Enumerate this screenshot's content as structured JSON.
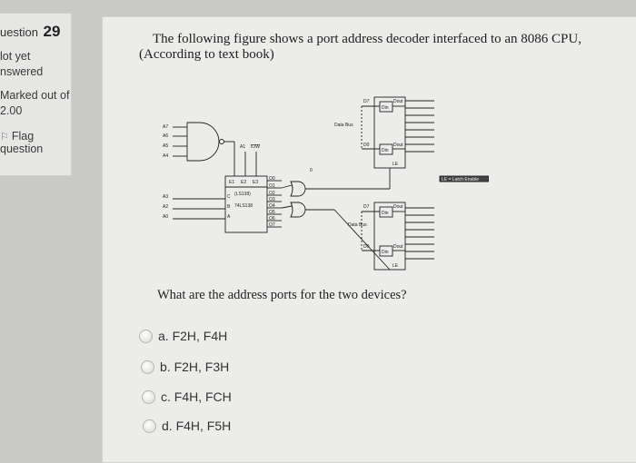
{
  "sidebar": {
    "question_label": "uestion",
    "question_number": "29",
    "status_line1": "lot yet",
    "status_line2": "nswered",
    "marked_label": "Marked out of",
    "marked_value": "2.00",
    "flag_line1": "Flag",
    "flag_line2": "question"
  },
  "question": {
    "line1": "The following figure shows a port address decoder interfaced to an 8086 CPU,",
    "line2": "(According to text book)",
    "sub_question": "What are the address ports for the two devices?"
  },
  "figure": {
    "addr_inputs_top": [
      "A7",
      "A6",
      "A5",
      "A4"
    ],
    "a1_label": "A1",
    "iow_label": "IOW",
    "decoder_enables": [
      "E1",
      "E2",
      "E3"
    ],
    "decoder_ic": "(LS138)",
    "decoder_part": "74LS138",
    "addr_inputs_select": [
      "A3",
      "A2",
      "A0"
    ],
    "select_pins": [
      "C",
      "B",
      "A"
    ],
    "outputs": [
      "O0",
      "O1",
      "O2",
      "O3",
      "O4",
      "O5",
      "O6",
      "O7"
    ],
    "latch1_pins": [
      "D7",
      "Din",
      "Dout",
      "D0",
      "Din",
      "Dout"
    ],
    "latch2_pins": [
      "D7",
      "Din",
      "Dout",
      "D0",
      "Din",
      "Dout"
    ],
    "data_bus_label": "Data Bus",
    "latch_enable_label": "LE = Latch Enable",
    "le_label": "LE",
    "zero_label": "0"
  },
  "answers": [
    {
      "label": "a. F2H, F4H"
    },
    {
      "label": "b. F2H, F3H"
    },
    {
      "label": "c. F4H, FCH"
    },
    {
      "label": "d. F4H, F5H"
    }
  ]
}
